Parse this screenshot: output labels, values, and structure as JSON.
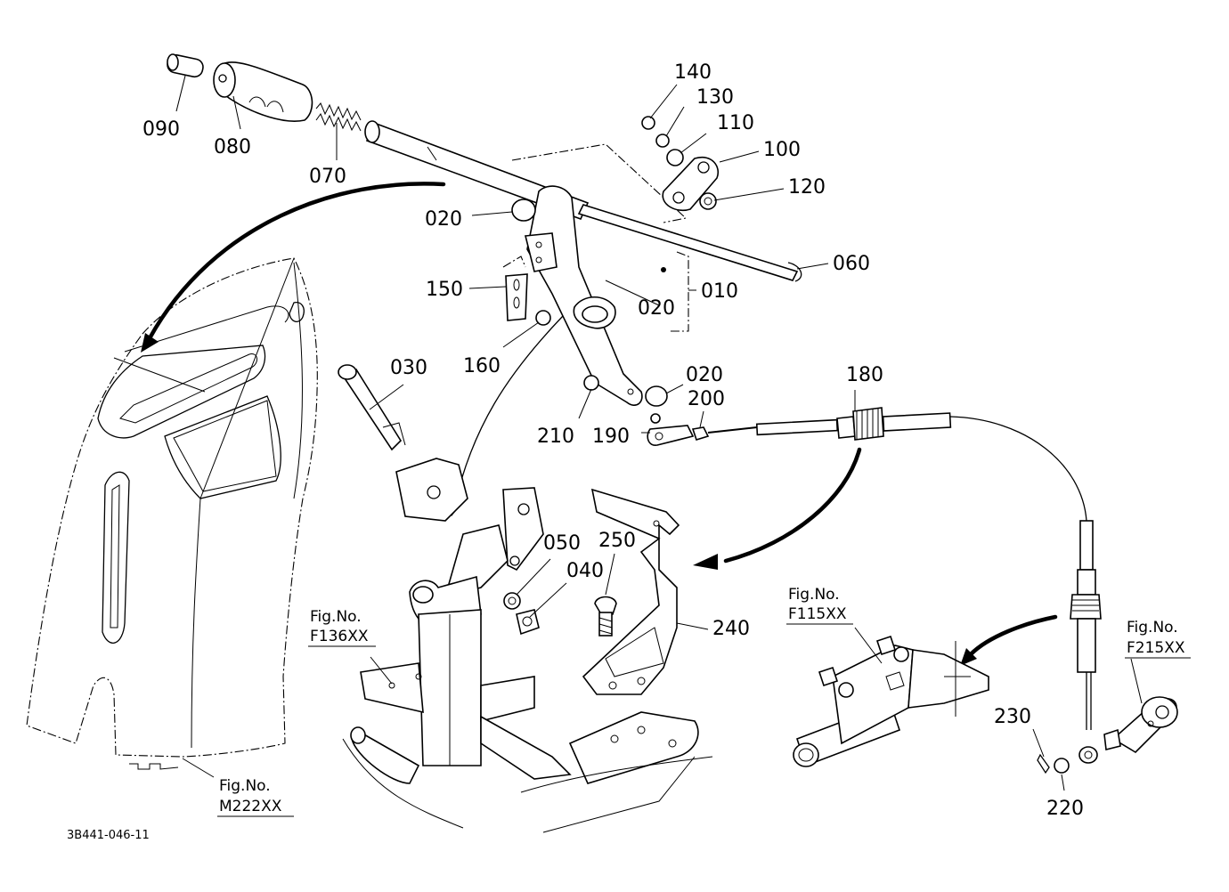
{
  "drawing_code": "3B441-046-11",
  "callouts": [
    {
      "id": "c090",
      "text": "090"
    },
    {
      "id": "c080",
      "text": "080"
    },
    {
      "id": "c070",
      "text": "070"
    },
    {
      "id": "c140",
      "text": "140"
    },
    {
      "id": "c130",
      "text": "130"
    },
    {
      "id": "c110",
      "text": "110"
    },
    {
      "id": "c100",
      "text": "100"
    },
    {
      "id": "c120",
      "text": "120"
    },
    {
      "id": "c060",
      "text": "060"
    },
    {
      "id": "c020a",
      "text": "020"
    },
    {
      "id": "c150",
      "text": "150"
    },
    {
      "id": "c020b",
      "text": "020"
    },
    {
      "id": "c010",
      "text": "010"
    },
    {
      "id": "c160",
      "text": "160"
    },
    {
      "id": "c030",
      "text": "030"
    },
    {
      "id": "c020c",
      "text": "020"
    },
    {
      "id": "c200",
      "text": "200"
    },
    {
      "id": "c180",
      "text": "180"
    },
    {
      "id": "c210",
      "text": "210"
    },
    {
      "id": "c190",
      "text": "190"
    },
    {
      "id": "c050",
      "text": "050"
    },
    {
      "id": "c250",
      "text": "250"
    },
    {
      "id": "c040",
      "text": "040"
    },
    {
      "id": "c240",
      "text": "240"
    },
    {
      "id": "c230",
      "text": "230"
    },
    {
      "id": "c220",
      "text": "220"
    }
  ],
  "figure_refs": [
    {
      "id": "f136",
      "prefix": "Fig.No.",
      "number": "F136XX"
    },
    {
      "id": "f115",
      "prefix": "Fig.No.",
      "number": "F115XX"
    },
    {
      "id": "f215",
      "prefix": "Fig.No.",
      "number": "F215XX"
    },
    {
      "id": "m222",
      "prefix": "Fig.No.",
      "number": "M222XX"
    }
  ]
}
